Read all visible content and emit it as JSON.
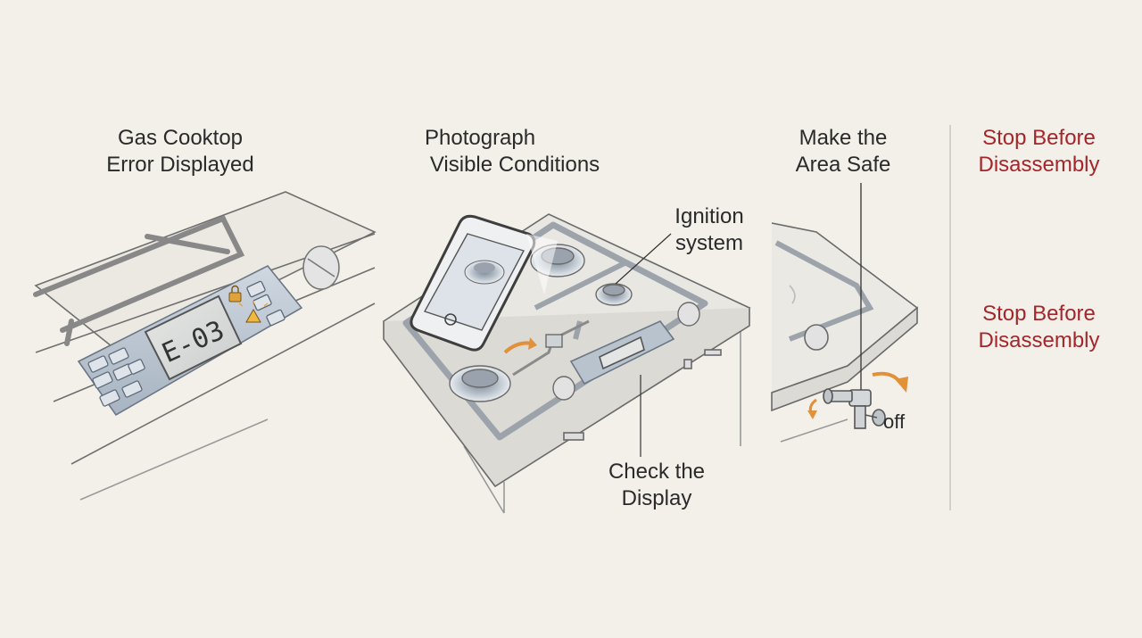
{
  "panels": [
    {
      "id": "panel-1",
      "title_line1": "Gas Cooktop",
      "title_line2": "Error Displayed",
      "display_code": "E-03"
    },
    {
      "id": "panel-2",
      "title_line1": "Photograph",
      "title_line2": "Visible Conditions",
      "callout_ignition_line1": "Ignition",
      "callout_ignition_line2": "system",
      "callout_display_line1": "Check the",
      "callout_display_line2": "Display"
    },
    {
      "id": "panel-3",
      "title_line1": "Make the",
      "title_line2": "Area Safe",
      "valve_label": "off"
    },
    {
      "id": "panel-4",
      "warning_1_line1": "Stop Before",
      "warning_1_line2": "Disassembly",
      "warning_2_line1": "Stop Before",
      "warning_2_line2": "Disassembly"
    }
  ],
  "colors": {
    "background": "#f3f0ea",
    "warning": "#a5262a",
    "accent_arrow": "#e0913a",
    "ink": "#2a2a2a"
  },
  "icons": [
    "lock-icon",
    "warning-icon",
    "smartphone-icon",
    "gas-valve-icon",
    "rotate-arrow-icon"
  ]
}
